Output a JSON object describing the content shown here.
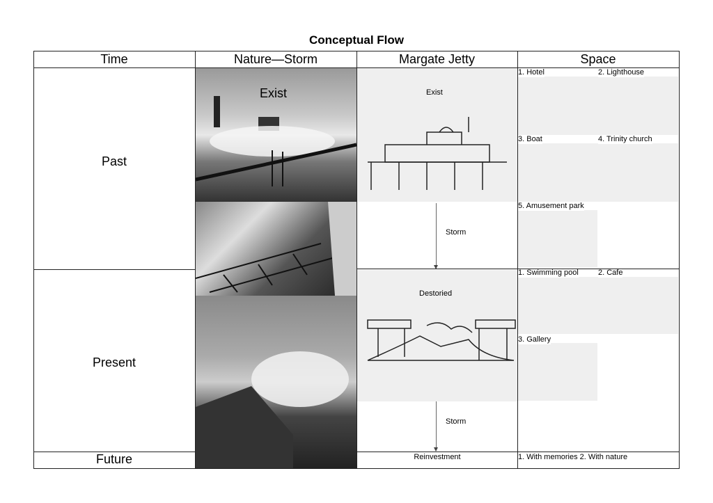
{
  "title": "Conceptual Flow",
  "columns": [
    "Time",
    "Nature—Storm",
    "Margate Jetty",
    "Space"
  ],
  "rows": {
    "past": "Past",
    "present": "Present",
    "future": "Future"
  },
  "nature": {
    "exist_label": "Exist"
  },
  "jetty": {
    "exist_label": "Exist",
    "storm1": "Storm",
    "destroyed_label": "Destoried",
    "storm2": "Storm",
    "future": "Reinvestment"
  },
  "space": {
    "past_items": [
      "1. Hotel",
      "2. Lighthouse",
      "3. Boat",
      "4. Trinity church",
      "5. Amusement park"
    ],
    "present_items": [
      "1. Swimming pool",
      "2. Cafe",
      "3. Gallery"
    ],
    "future": "1. With memories 2. With nature"
  }
}
